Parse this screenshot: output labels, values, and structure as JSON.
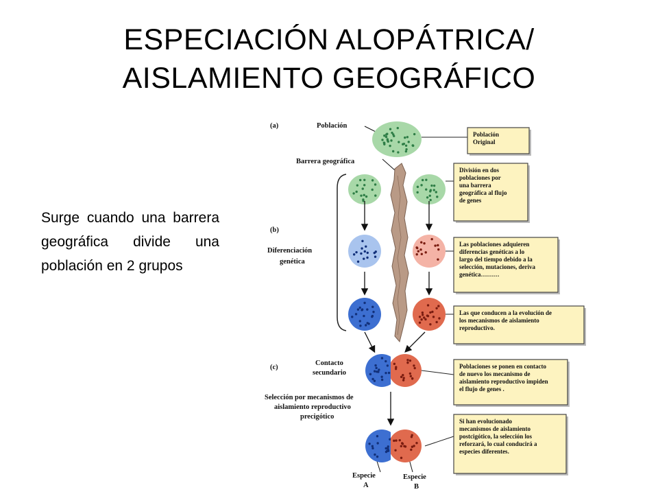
{
  "title": {
    "line1": "ESPECIACIÓN ALOPÁTRICA/",
    "line2": "AISLAMIENTO GEOGRÁFICO"
  },
  "body_text": "Surge cuando una barrera geográfica divide una población en 2 grupos",
  "figure": {
    "panel_a": "(a)",
    "panel_b": "(b)",
    "panel_c": "(c)",
    "poblacion": "Población",
    "barrera": "Barrera geográfica",
    "diferenciacion": [
      "Diferenciación",
      "genética"
    ],
    "contacto": [
      "Contacto",
      "secundario"
    ],
    "seleccion": [
      "Selección por mecanismos de",
      "aislamiento reproductivo",
      "precigótico"
    ],
    "especie_a": [
      "Especie",
      "A"
    ],
    "especie_b": [
      "Especie",
      "B"
    ],
    "notes": [
      [
        "Población",
        "Original"
      ],
      [
        "División en  dos",
        "poblaciones por",
        "una barrera",
        "geográfica al flujo",
        "de genes"
      ],
      [
        "Las poblaciones adquieren",
        "diferencias genéticas a lo",
        "largo del tiempo debido a la",
        "selección, mutaciones, deriva",
        "genética………"
      ],
      [
        "Las que conducen a la evolución de",
        "los mecanismos de aislamiento",
        "reproductivo."
      ],
      [
        "Poblaciones se ponen en contacto",
        "de nuevo los mecanismo de",
        "aislamiento reproductivo impiden",
        "el flujo de genes ."
      ],
      [
        "Si han evolucionado",
        "mecanismos de aislamiento",
        "postcigótico, la selección los",
        "reforzará, lo cual conducirá a",
        "especies  diferentes."
      ]
    ],
    "colors": {
      "green": "#a8d8a8",
      "green_dot": "#2e7d46",
      "light_blue": "#a9c4ee",
      "blue": "#3d6fd1",
      "blue_dot": "#12307a",
      "light_red": "#f4b3a6",
      "red": "#e06a4e",
      "red_dot": "#7a1c10",
      "note_fill": "#fdf3c0",
      "note_border": "#444444",
      "barrier": "#b99a86"
    }
  }
}
